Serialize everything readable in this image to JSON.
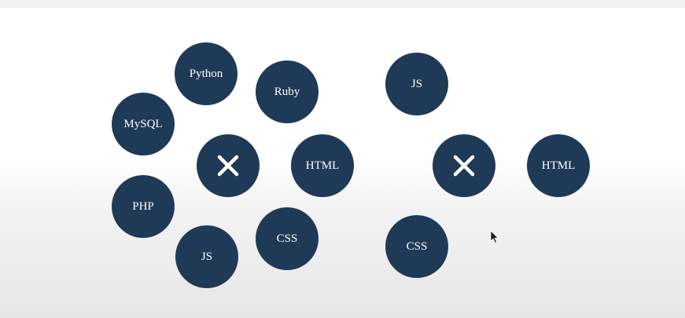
{
  "colors": {
    "bubble": "#1f3a56",
    "text": "#ffffff",
    "background": "#ffffff"
  },
  "left_cluster": {
    "center_icon": "close-icon",
    "items": [
      {
        "label": "Python"
      },
      {
        "label": "Ruby"
      },
      {
        "label": "MySQL"
      },
      {
        "label": "HTML"
      },
      {
        "label": "PHP"
      },
      {
        "label": "CSS"
      },
      {
        "label": "JS"
      }
    ]
  },
  "right_cluster": {
    "center_icon": "close-icon",
    "items": [
      {
        "label": "JS"
      },
      {
        "label": "HTML"
      },
      {
        "label": "CSS"
      }
    ]
  },
  "cursor_icon": "mouse-pointer-icon"
}
